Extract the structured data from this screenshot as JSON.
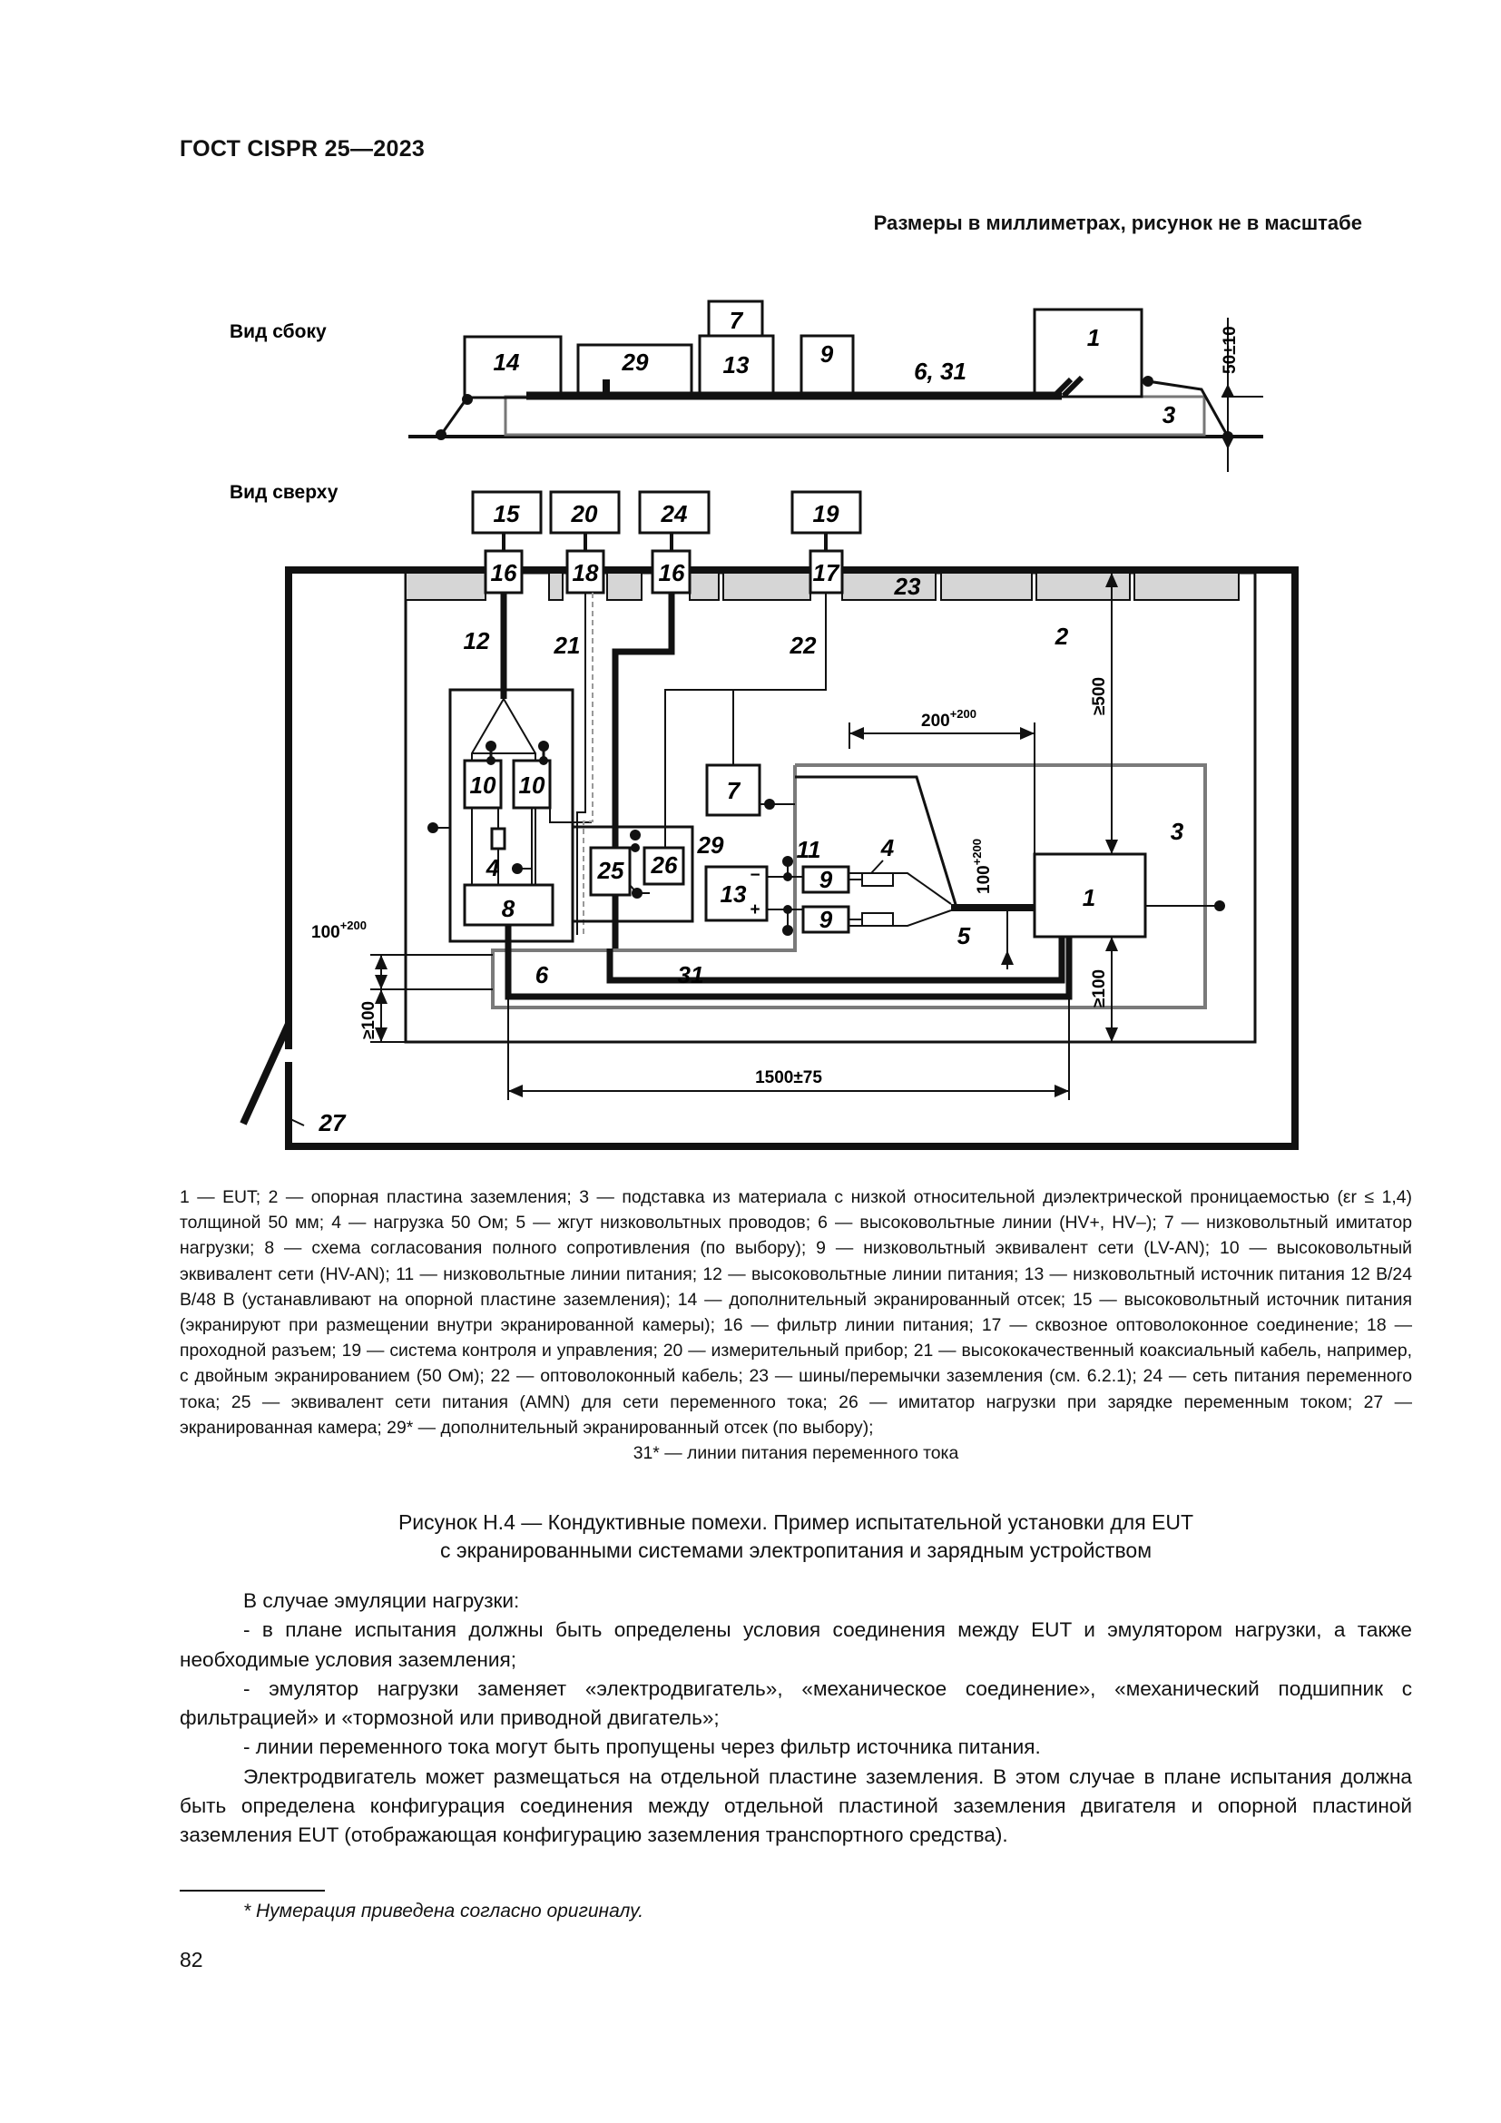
{
  "header": {
    "doc_id": "ГОСТ CISPR 25—2023"
  },
  "figure": {
    "units_note": "Размеры в миллиметрах, рисунок не в масштабе",
    "side_view_label": "Вид сбоку",
    "top_view_label": "Вид сверху",
    "labels": {
      "n1": "1",
      "n2": "2",
      "n3": "3",
      "n4": "4",
      "n5": "5",
      "n6": "6",
      "n7": "7",
      "n8": "8",
      "n9": "9",
      "n10": "10",
      "n11": "11",
      "n12": "12",
      "n13": "13",
      "n14": "14",
      "n15": "15",
      "n16": "16",
      "n17": "17",
      "n18": "18",
      "n19": "19",
      "n20": "20",
      "n21": "21",
      "n22": "22",
      "n23": "23",
      "n24": "24",
      "n25": "25",
      "n26": "26",
      "n27": "27",
      "n29": "29",
      "n31": "31",
      "n6_31": "6, 31",
      "minus": "−",
      "plus": "+"
    },
    "dimensions": {
      "d_50": "50±10",
      "d_500": "≥500",
      "d_200_base": "200",
      "d_200_sup": "+200",
      "d_100_base": "100",
      "d_100_sup": "+200",
      "d_ge100_v": "≥100",
      "d_ge100_h": "≥100",
      "d_1500": "1500±75"
    }
  },
  "legend": {
    "l1": "1 — EUT; 2 — опорная пластина заземления; 3 — подставка из материала с низкой относительной диэлектрической проницаемостью (εr ≤ 1,4) толщиной 50 мм; 4 — нагрузка 50 Ом; 5 — жгут низковольтных проводов; 6 — высоковольтные линии (HV+, HV–); 7 — низковольтный имитатор нагрузки; 8 — схема согласования полного сопротивления (по выбору); 9 — низковольтный эквивалент сети (LV-AN); 10 — высоковольтный эквивалент сети (HV-AN); 11 — низковольтные линии питания; 12 — высоковольтные линии питания; 13 — низковольтный источник питания 12 В/24 В/48 В (устанавливают на опорной пластине заземления); 14 — дополнительный экранированный отсек; 15 — высоковольтный источник питания (экранируют при размещении внутри экранированной камеры); 16 — фильтр линии питания; 17 — сквозное оптоволоконное соединение; 18 — проходной разъем; 19 — система контроля и управления; 20 — измерительный прибор; 21 — высококачественный коаксиальный кабель, например, с двойным экранированием (50 Ом); 22 — оптоволоконный кабель; 23 — шины/перемычки заземления (см. 6.2.1); 24 — сеть питания переменного тока; 25 — эквивалент сети питания (AMN) для сети переменного тока; 26 — имитатор нагрузки при зарядке переменным током; 27 — экранированная камера; 29* — дополнительный экранированный отсек (по выбору);",
    "l2": "31* — линии питания переменного тока"
  },
  "caption": {
    "line1": "Рисунок Н.4 — Кондуктивные помехи. Пример испытательной установки для EUT",
    "line2": "с экранированными системами электропитания и зарядным устройством"
  },
  "body": {
    "p1": "В случае эмуляции нагрузки:",
    "p2": "- в плане испытания должны быть определены условия соединения между EUT и эмулятором нагрузки, а также необходимые условия заземления;",
    "p3": "- эмулятор нагрузки заменяет «электродвигатель», «механическое соединение», «механический подшипник с фильтрацией» и «тормозной или приводной двигатель»;",
    "p4": "- линии переменного тока могут быть пропущены через фильтр источника питания.",
    "p5": "Электродвигатель может размещаться на отдельной пластине заземления. В этом случае в плане испытания должна быть определена конфигурация соединения между отдельной пластиной заземления двигателя и опорной пластиной заземления EUT (отображающая конфигурацию заземления транспортного средства)."
  },
  "footnote": {
    "text": "* Нумерация приведена согласно оригиналу."
  },
  "page": {
    "number": "82"
  }
}
